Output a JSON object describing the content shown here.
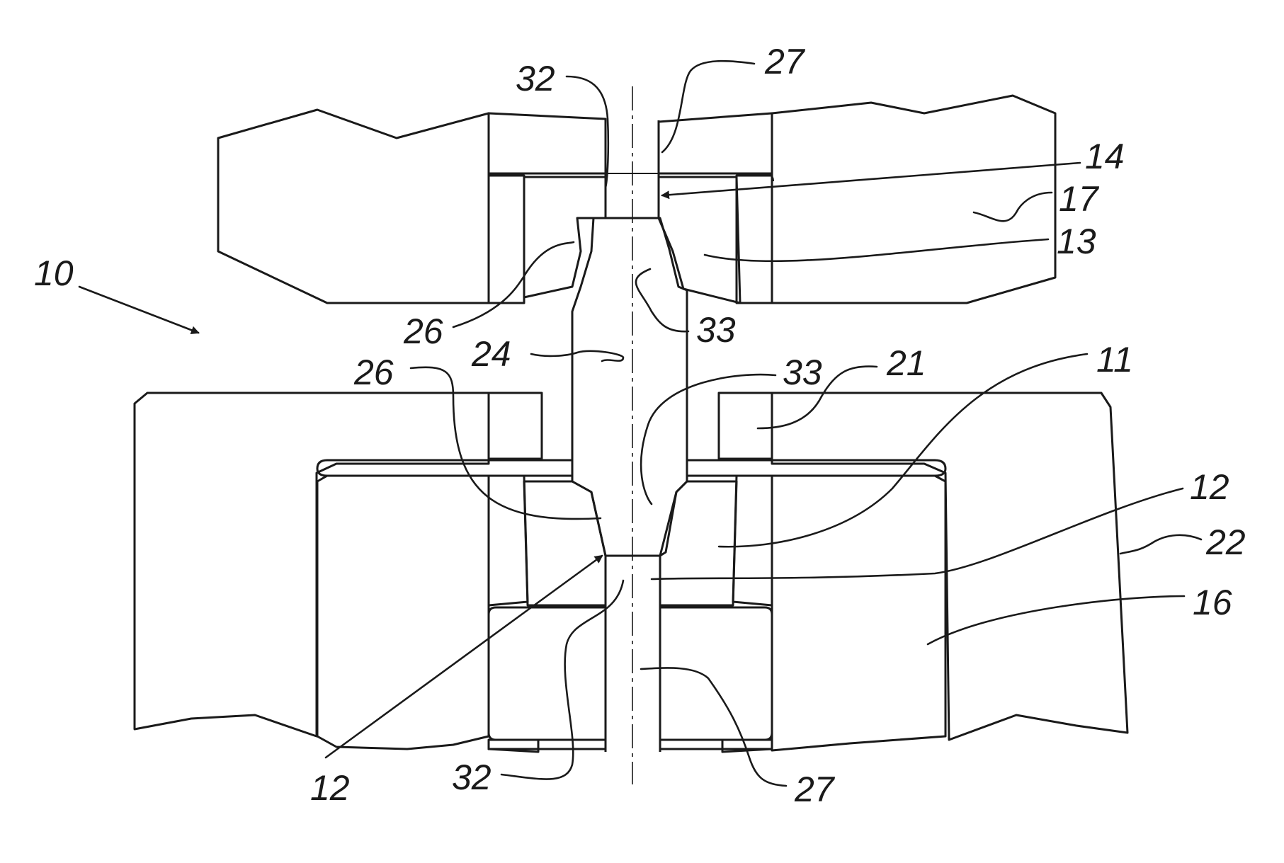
{
  "figure": {
    "labels": {
      "ref_10": "10",
      "ref_32_top": "32",
      "ref_27_top": "27",
      "ref_14": "14",
      "ref_17": "17",
      "ref_13": "13",
      "ref_26_top": "26",
      "ref_33_top": "33",
      "ref_24": "24",
      "ref_26_mid": "26",
      "ref_33_mid": "33",
      "ref_21": "21",
      "ref_11": "11",
      "ref_12_right": "12",
      "ref_22": "22",
      "ref_16": "16",
      "ref_12_bottom": "12",
      "ref_32_bottom": "32",
      "ref_27_bottom": "27"
    }
  }
}
